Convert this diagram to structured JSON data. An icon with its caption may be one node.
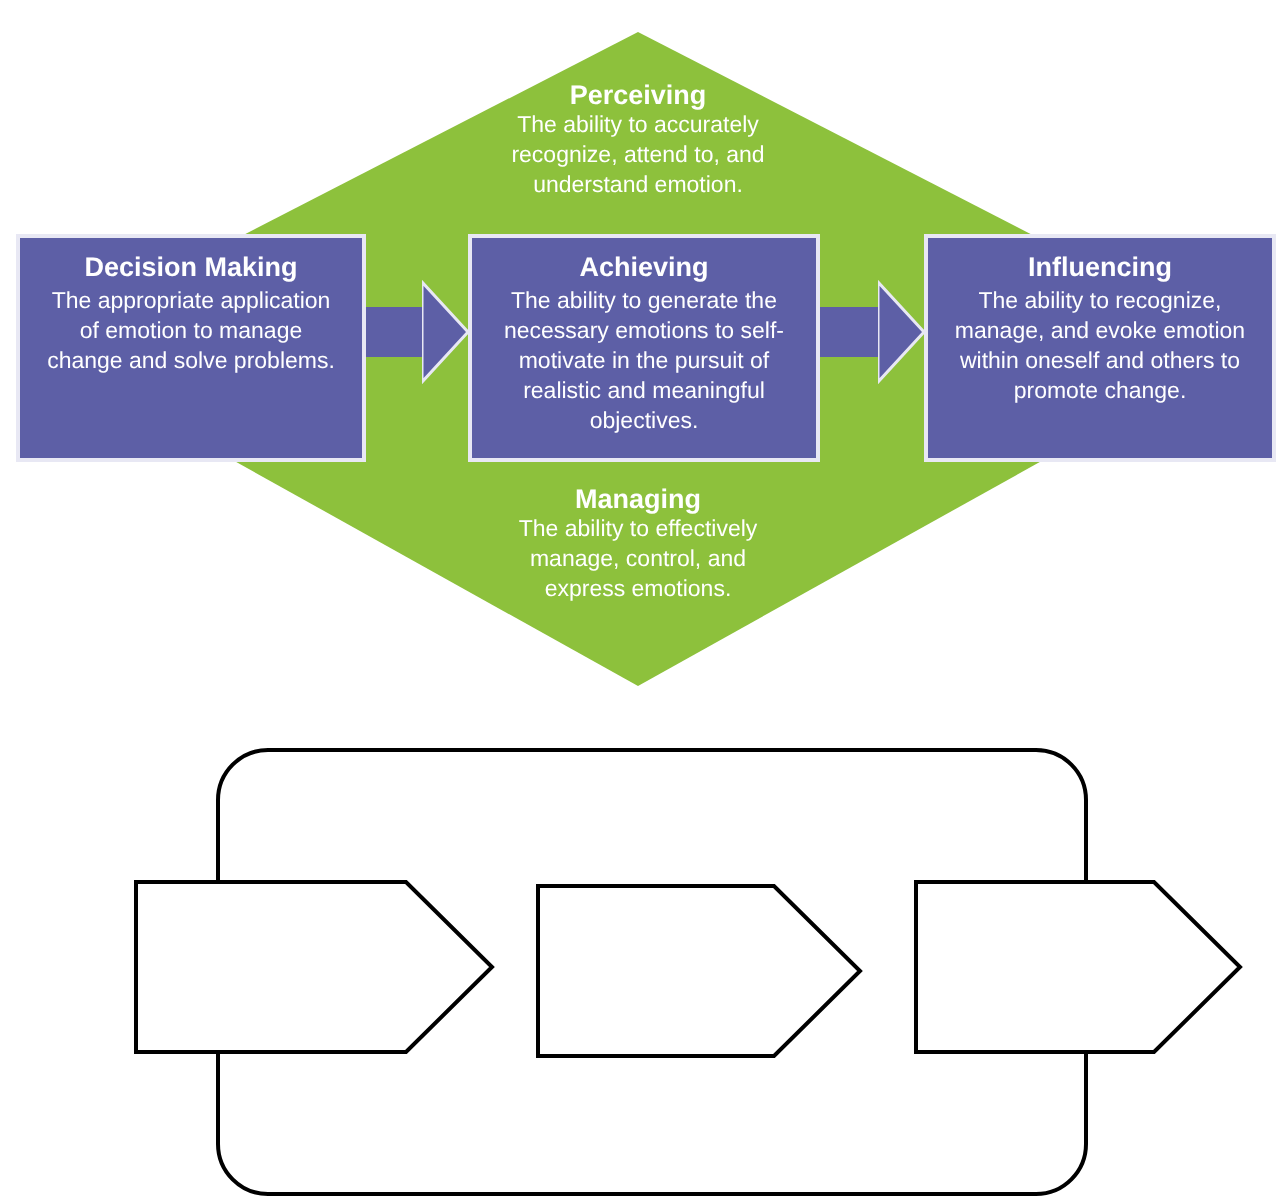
{
  "diagram": {
    "nodes": [
      {
        "text": [
          "Perceiving",
          "The ability to accurately recognize, attend to, and understand emotion.",
          "Managing",
          "The ability to effectively manage, control, and express emotions."
        ]
      },
      {
        "text": [
          "Decision Making",
          "The appropriate application of emotion to manage change and solve problems."
        ],
        "in": 0
      },
      {
        "text": [
          "Achieving",
          "The ability to generate the necessary emotions to self-motivate in the pursuit of realistic and meaningful objectives."
        ],
        "in": 0
      },
      {
        "text": [
          "Influencing",
          "The ability to recognize, manage, and evoke emotion within oneself and others to promote change."
        ],
        "in": 0
      },
      {
        "text": [],
        "shape": "box"
      },
      {
        "text": [],
        "shape": "pentagon"
      },
      {
        "text": [],
        "shape": "pentagon",
        "in": 4
      },
      {
        "text": [],
        "shape": "pentagon"
      }
    ],
    "edges": [
      {
        "from": 1,
        "to": 2,
        "arrow": "to"
      },
      {
        "from": 2,
        "to": 3,
        "arrow": "to"
      }
    ]
  }
}
